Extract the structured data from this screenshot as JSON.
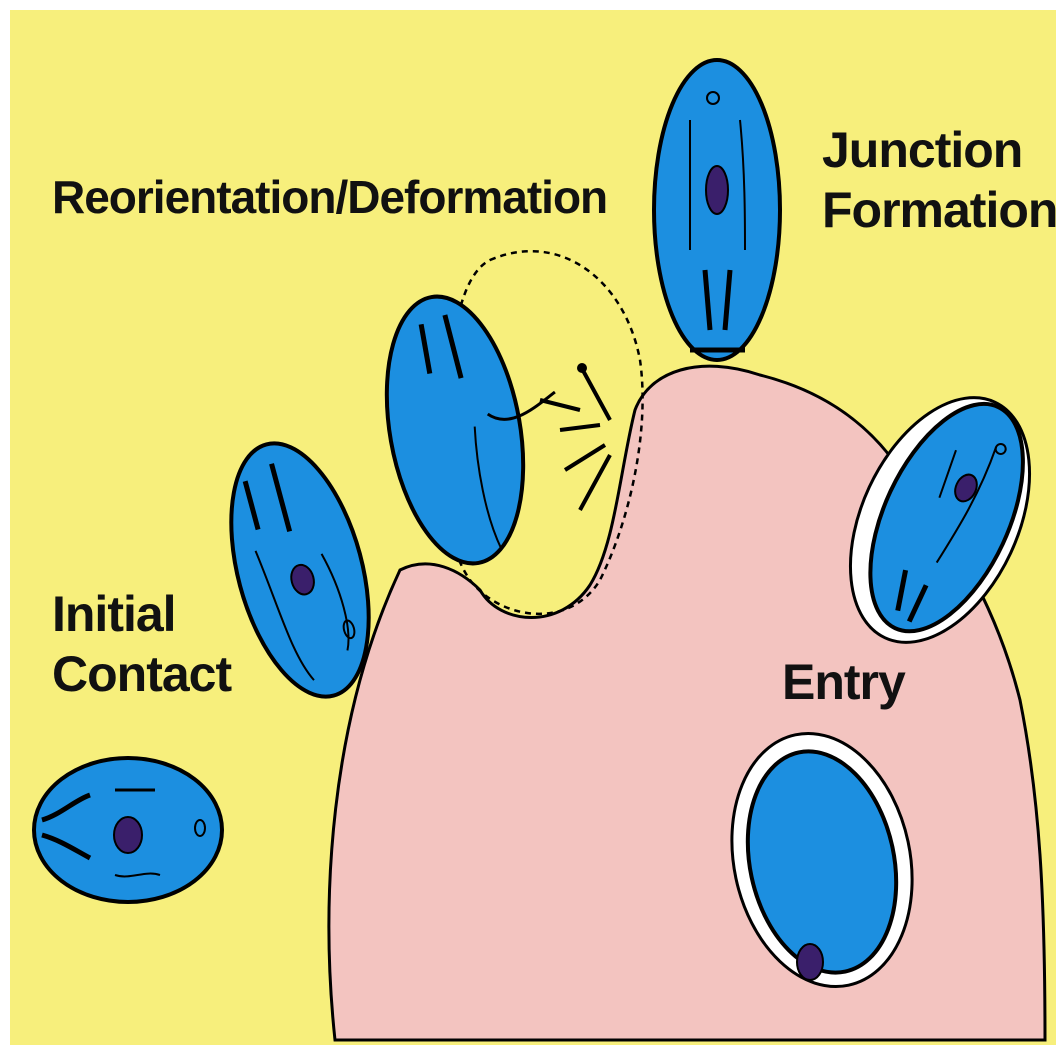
{
  "diagram": {
    "labels": {
      "reorientation": "Reorientation/Deformation",
      "junction": [
        "Junction",
        "Formation"
      ],
      "initial": [
        "Initial",
        "Contact"
      ],
      "entry": "Entry"
    },
    "colors": {
      "background": "#f7ef7c",
      "host_cell": "#f3c4c0",
      "parasite": "#1c8fe0",
      "outline": "#000000",
      "nucleus": "#3a1f6b",
      "vacuole": "#ffffff"
    }
  }
}
